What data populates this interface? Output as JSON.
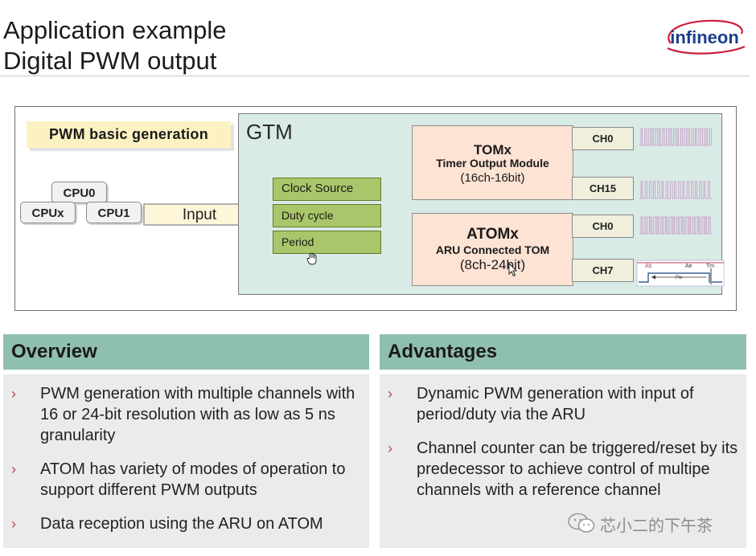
{
  "header": {
    "title_line1": "Application example",
    "title_line2": "Digital PWM output",
    "logo_text": "infineon"
  },
  "diagram": {
    "pwm_label": "PWM basic generation",
    "cpus": [
      "CPU0",
      "CPUx",
      "CPU1"
    ],
    "input_label": "Input",
    "gtm_label": "GTM",
    "inputs": [
      "Clock Source",
      "Duty cycle",
      "Period"
    ],
    "tom": {
      "name": "TOMx",
      "subtitle": "Timer Output Module",
      "spec": "(16ch-16bit)",
      "channels": [
        "CH0",
        "CH15"
      ]
    },
    "atom": {
      "name": "ATOMx",
      "subtitle": "ARU Connected TOM",
      "spec": "(8ch-24bit)",
      "channels": [
        "CH0",
        "CH7"
      ]
    },
    "timing_labels": [
      "Ab",
      "Ae",
      "Tm",
      "Pw"
    ],
    "colors": {
      "gtm_fill": "#d9ebe6",
      "input_box": "#aac66a",
      "module_fill": "#fde3d4",
      "pwm_label_fill": "#fcf2c1",
      "wave_color": "#c8a0c8",
      "panel_head": "#8fbfaf"
    }
  },
  "overview": {
    "title": "Overview",
    "bullets": [
      "PWM generation with multiple channels with 16 or 24-bit resolution with as low as 5 ns granularity",
      "ATOM has variety of modes of operation to support different PWM outputs",
      "Data reception using the ARU on ATOM"
    ]
  },
  "advantages": {
    "title": "Advantages",
    "bullets": [
      "Dynamic PWM generation with input of period/duty via the ARU",
      "Channel counter can be triggered/reset by its predecessor to achieve control of multipe channels with a reference channel"
    ]
  },
  "watermark": "芯小二的下午茶",
  "bullet_marker": "›"
}
